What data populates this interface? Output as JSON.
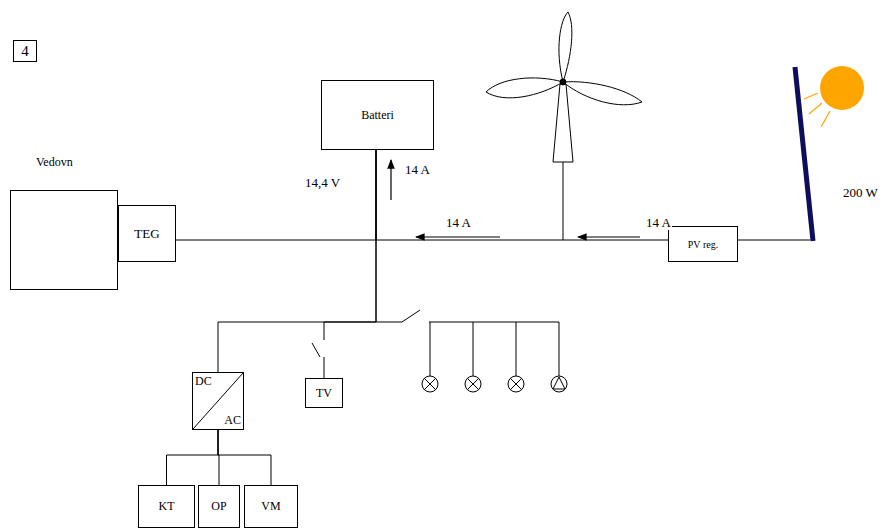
{
  "diagram": {
    "nodes": [
      {
        "text": [
          "4"
        ]
      },
      {
        "text": [
          "Batteri"
        ]
      },
      {
        "text": [
          "Vedovn"
        ]
      },
      {
        "text": [
          "TEG"
        ]
      },
      {
        "text": [
          "PV reg."
        ]
      },
      {
        "text": [
          "TV"
        ]
      },
      {
        "text": [
          "DC",
          "AC"
        ]
      },
      {
        "text": [
          "KT"
        ]
      },
      {
        "text": [
          "OP"
        ]
      },
      {
        "text": [
          "VM"
        ]
      }
    ],
    "edges": [
      {
        "from": 3,
        "to": 1,
        "arrow": "none"
      },
      {
        "from": 4,
        "to": 1,
        "arrow": "none"
      },
      {
        "from": 1,
        "to": 6,
        "arrow": "none"
      },
      {
        "from": 1,
        "to": 5,
        "arrow": "none"
      },
      {
        "from": 6,
        "to": 7,
        "arrow": "none"
      },
      {
        "from": 6,
        "to": 8,
        "arrow": "none"
      },
      {
        "from": 6,
        "to": 9,
        "arrow": "none"
      }
    ],
    "labels": [
      "14,4 V",
      "14 A",
      "14 A",
      "14 A",
      "200 W"
    ]
  }
}
